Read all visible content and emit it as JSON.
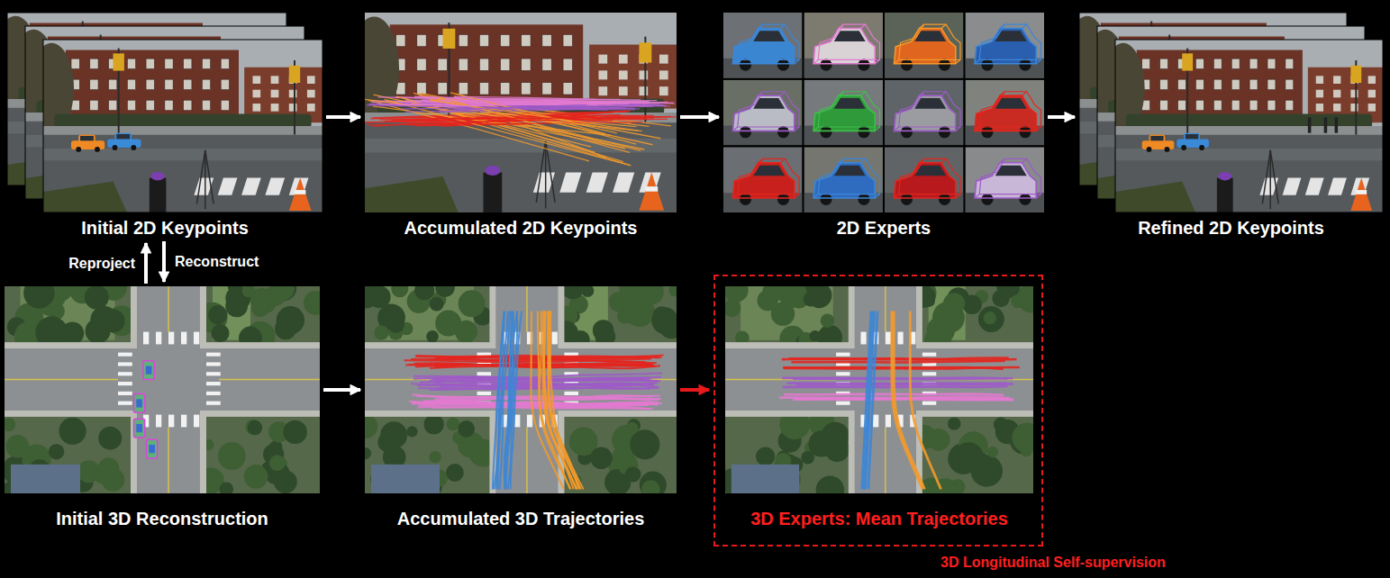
{
  "diagram": {
    "nodes": [
      {
        "text": [
          "Initial 2D Keypoints"
        ]
      },
      {
        "text": [
          "Accumulated 2D Keypoints"
        ]
      },
      {
        "text": [
          "2D Experts"
        ]
      },
      {
        "text": [
          "Refined 2D Keypoints"
        ]
      },
      {
        "text": [
          "Initial 3D Reconstruction"
        ]
      },
      {
        "text": [
          "Accumulated 3D Trajectories"
        ]
      },
      {
        "text": [
          "3D Longitudinal Self-supervision"
        ]
      },
      {
        "text": [
          "3D Experts: Mean Trajectories"
        ],
        "in": 6
      }
    ],
    "edges": [
      {
        "from": 0,
        "to": 1,
        "arrow": "to"
      },
      {
        "from": 1,
        "to": 2,
        "arrow": "to"
      },
      {
        "from": 2,
        "to": 3,
        "arrow": "to"
      },
      {
        "from": 4,
        "to": 0,
        "arrow": "to",
        "label": "Reproject"
      },
      {
        "from": 0,
        "to": 4,
        "arrow": "to",
        "label": "Reconstruct"
      },
      {
        "from": 4,
        "to": 5,
        "arrow": "to"
      },
      {
        "from": 5,
        "to": 6,
        "arrow": "to"
      }
    ]
  }
}
